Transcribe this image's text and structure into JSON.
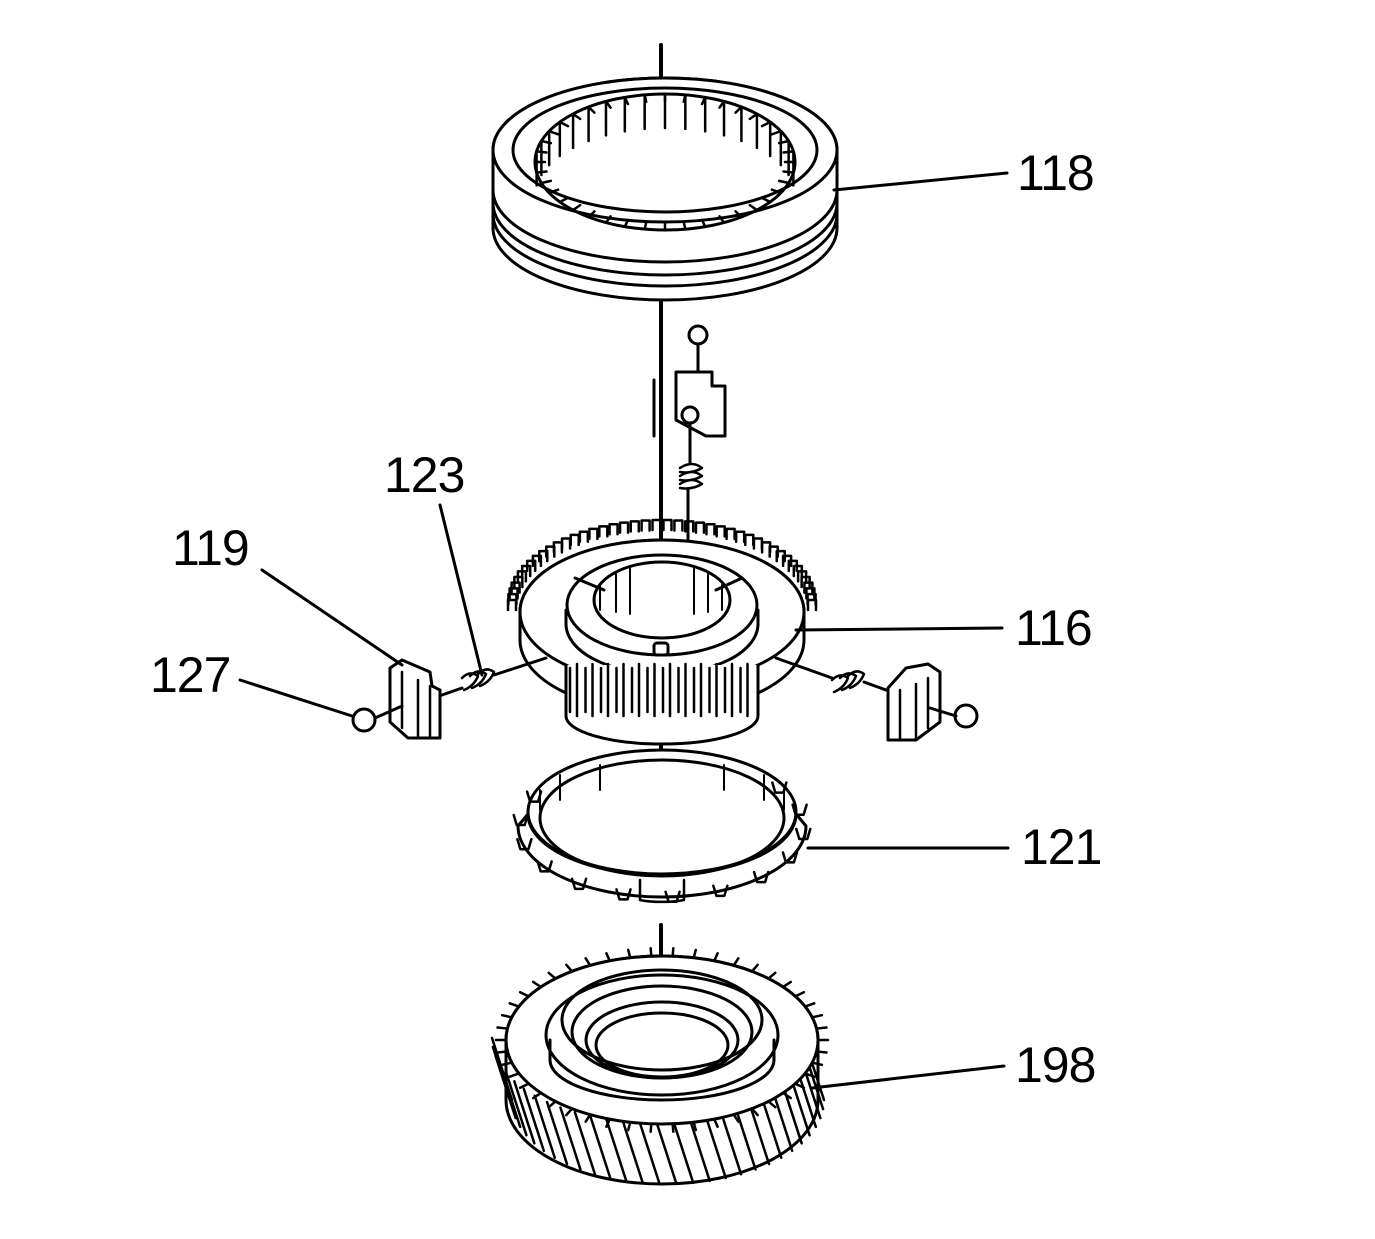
{
  "callouts": {
    "c118": "118",
    "c116": "116",
    "c121": "121",
    "c198": "198",
    "c123": "123",
    "c119": "119",
    "c127": "127"
  },
  "colors": {
    "ink": "#000000",
    "background": "#ffffff"
  }
}
